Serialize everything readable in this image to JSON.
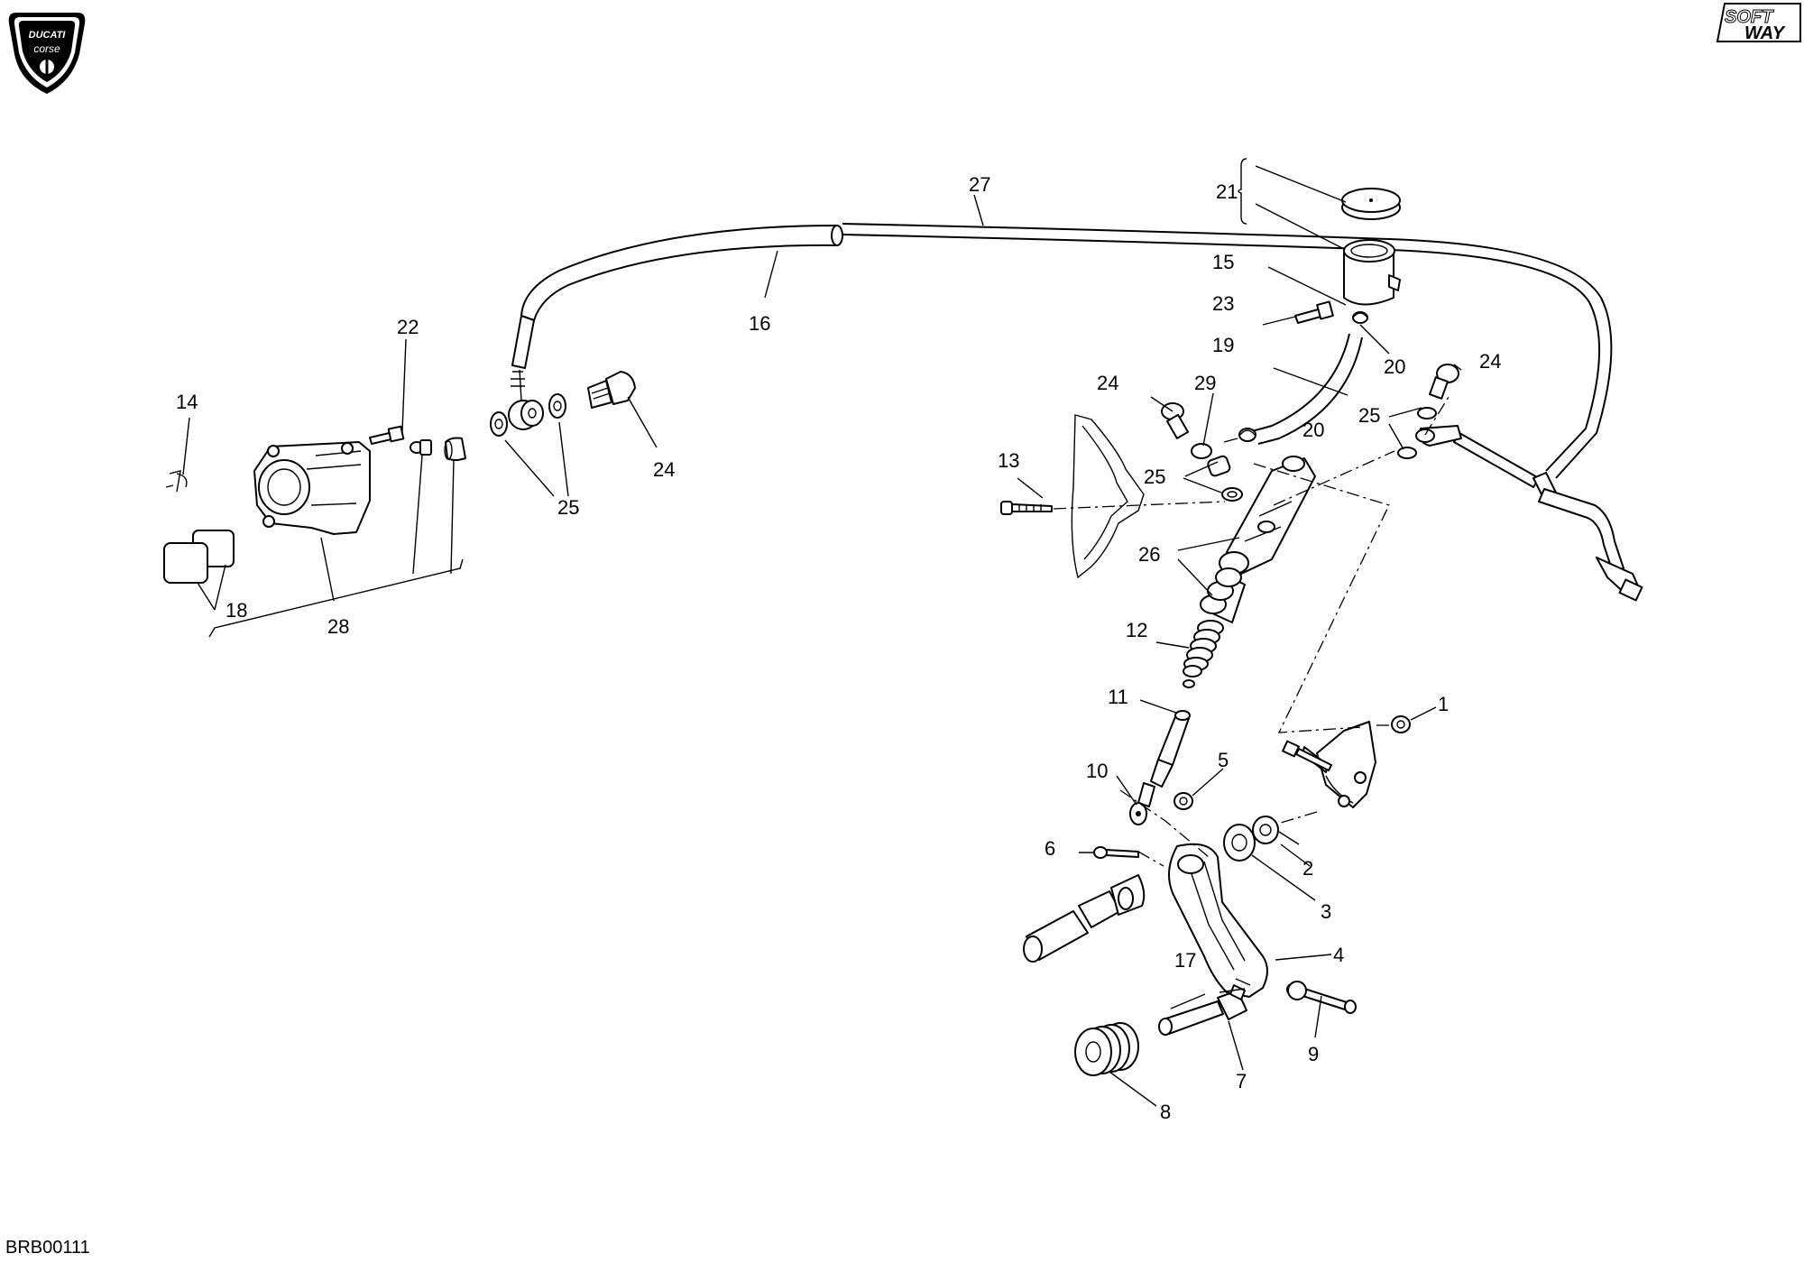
{
  "logos": {
    "brand_top_text": "DUCATI",
    "brand_bottom_text": "corse",
    "soft_text": "SOFT",
    "way_text": "WAY"
  },
  "drawing_code": "BRB00111",
  "callouts": [
    "1",
    "2",
    "3",
    "4",
    "5",
    "6",
    "7",
    "8",
    "9",
    "10",
    "11",
    "12",
    "13",
    "14",
    "15",
    "16",
    "17",
    "18",
    "19",
    "20",
    "20",
    "21",
    "22",
    "23",
    "24",
    "24",
    "24",
    "25",
    "25",
    "25",
    "26",
    "27",
    "28",
    "29"
  ]
}
